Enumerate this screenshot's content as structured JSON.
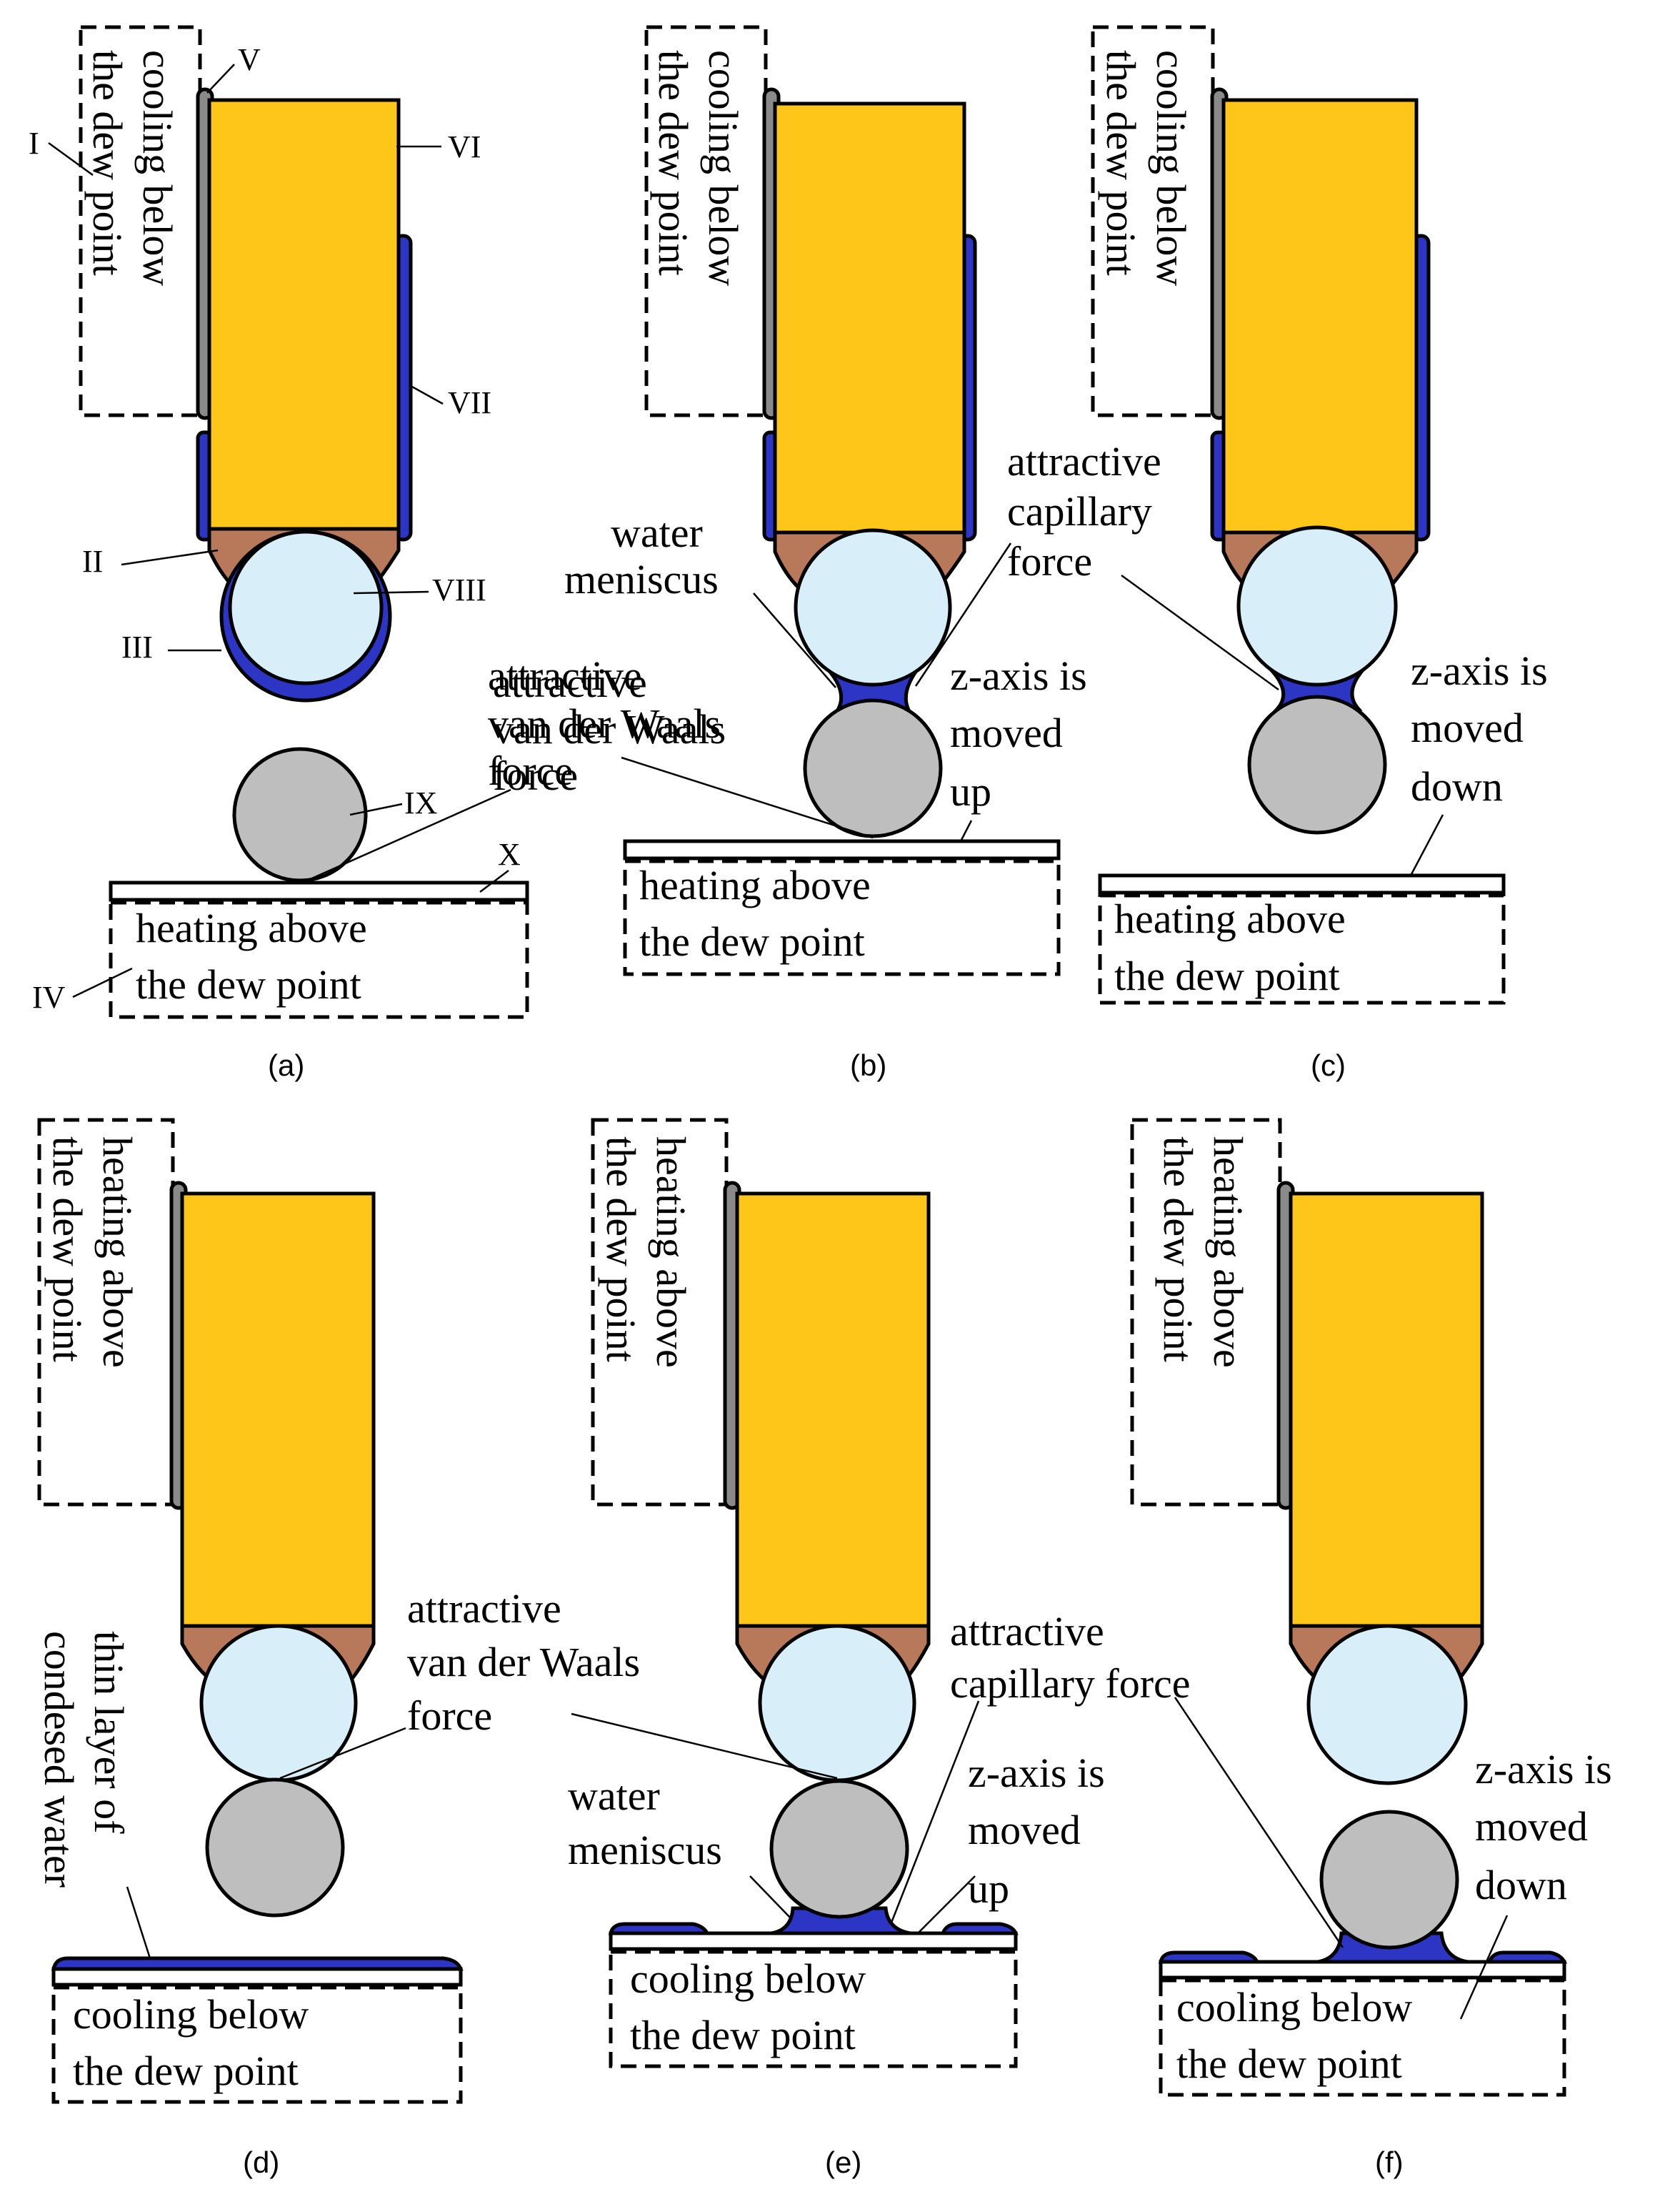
{
  "colors": {
    "gold": "#FFC61A",
    "copper": "#B8795A",
    "water": "#2C35C4",
    "sphere_light": "#D8EEF8",
    "sphere_grey": "#BEBEBE",
    "grey_plate": "#8A8A8A"
  },
  "panels": {
    "a": {
      "caption": "(a)",
      "top_box": [
        "cooling below",
        "the dew point"
      ],
      "bottom_box": [
        "heating above",
        "the dew point"
      ],
      "labels": {
        "I": "I",
        "II": "II",
        "III": "III",
        "IV": "IV",
        "V": "V",
        "VI": "VI",
        "VII": "VII",
        "VIII": "VIII",
        "IX": "IX",
        "X": "X"
      },
      "annotation": [
        "attractive",
        "van der Waals",
        "force"
      ]
    },
    "b": {
      "caption": "(b)",
      "top_box": [
        "cooling below",
        "the dew point"
      ],
      "bottom_box": [
        "heating above",
        "the dew point"
      ],
      "meniscus": [
        "water",
        "meniscus"
      ],
      "capillary": [
        "attractive",
        "capillary",
        "force"
      ],
      "zaxis": [
        "z-axis is",
        "moved",
        "up"
      ]
    },
    "c": {
      "caption": "(c)",
      "top_box": [
        "cooling below",
        "the dew point"
      ],
      "bottom_box": [
        "heating above",
        "the dew point"
      ],
      "zaxis": [
        "z-axis is",
        "moved",
        "down"
      ]
    },
    "d": {
      "caption": "(d)",
      "top_box": [
        "heating above",
        "the dew point"
      ],
      "bottom_box": [
        "cooling below",
        "the dew point"
      ],
      "vdw": [
        "attractive",
        "van der Waals",
        "force"
      ],
      "thin_layer": [
        "thin layer of",
        "condesed water"
      ]
    },
    "e": {
      "caption": "(e)",
      "top_box": [
        "heating above",
        "the dew point"
      ],
      "bottom_box": [
        "cooling below",
        "the dew point"
      ],
      "capillary": [
        "attractive",
        "capillary force"
      ],
      "meniscus": [
        "water",
        "meniscus"
      ],
      "zaxis": [
        "z-axis is",
        "moved",
        "up"
      ]
    },
    "f": {
      "caption": "(f)",
      "top_box": [
        "heating above",
        "the dew point"
      ],
      "bottom_box": [
        "cooling below",
        "the dew point"
      ],
      "zaxis": [
        "z-axis is",
        "moved",
        "down"
      ]
    }
  }
}
